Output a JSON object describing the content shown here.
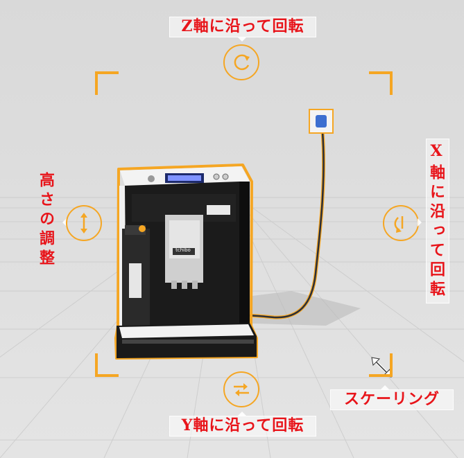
{
  "labels": {
    "rotate_z": "Z軸に沿って回転",
    "rotate_y": "Y軸に沿って回転",
    "rotate_x": "X軸に沿って回転",
    "height": "高さの調整",
    "scaling": "スケーリング"
  },
  "product": {
    "brand_plate": "tchibo"
  },
  "icons": {
    "rotate_z": "rotate-cw-icon",
    "rotate_y": "swap-horizontal-icon",
    "rotate_x": "rotate-vertical-icon",
    "height": "arrows-vertical-icon",
    "scaling": "resize-diagonal-icon"
  },
  "colors": {
    "accent": "#f5a623",
    "label_text": "#e8141a",
    "background": "#dcdcdc"
  }
}
